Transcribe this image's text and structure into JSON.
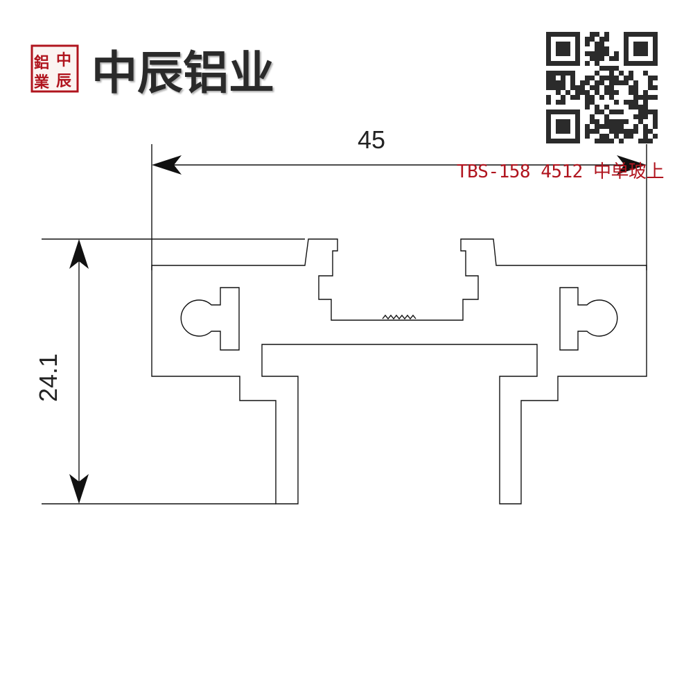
{
  "logo": {
    "seal_chars": [
      "鋁",
      "中",
      "業",
      "辰"
    ],
    "brand_name": "中辰铝业",
    "seal_color": "#b0141e"
  },
  "drawing": {
    "width_label": "45",
    "height_label": "24.1",
    "model_code": "TBS-158   4512  中单玻上",
    "code_color": "#b0141e"
  },
  "qr_code": {
    "icon": "qr-code-icon"
  }
}
